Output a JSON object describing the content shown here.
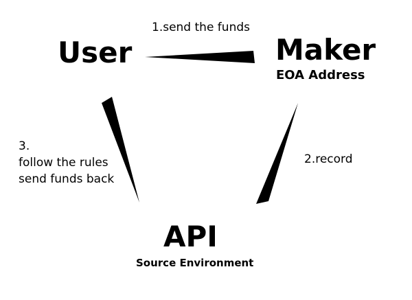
{
  "nodes": {
    "user": {
      "title": "User"
    },
    "maker": {
      "title": "Maker",
      "subtitle": "EOA Address"
    },
    "api": {
      "title": "API",
      "subtitle": "Source Environment"
    }
  },
  "edges": {
    "send_funds": {
      "label": "1.send the funds"
    },
    "record": {
      "label": "2.record"
    },
    "follow_rules": {
      "lines": [
        "3.",
        "follow the rules",
        "send funds back"
      ]
    }
  },
  "colors": {
    "background": "#ffffff",
    "ink": "#000000"
  }
}
